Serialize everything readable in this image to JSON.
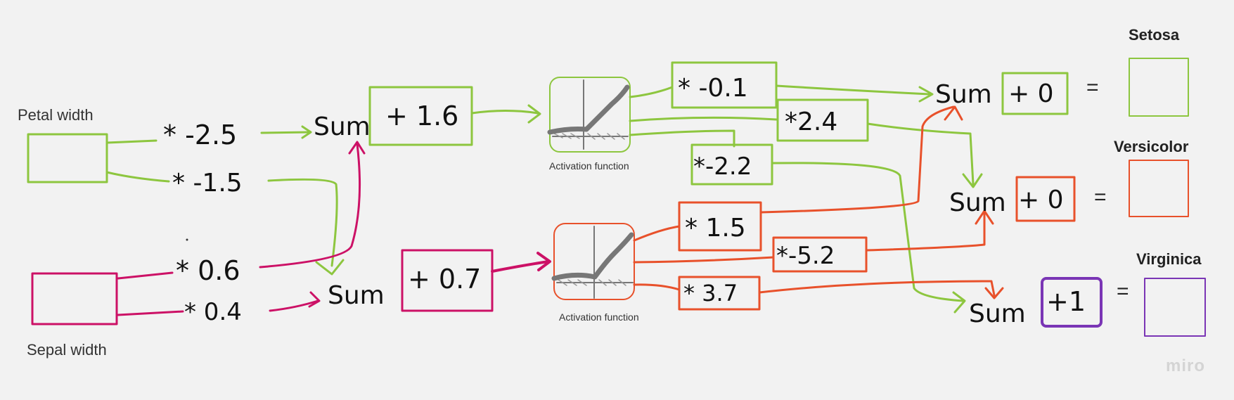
{
  "inputs": {
    "petal_width": "Petal width",
    "sepal_width": "Sepal width"
  },
  "weights": {
    "petal_to_top": "* -2.5",
    "petal_to_bottom": "* -1.5",
    "sepal_to_top": "* 0.6",
    "sepal_to_bottom": "* 0.4"
  },
  "hidden": {
    "sum_label": "Sum",
    "top_bias": "+ 1.6",
    "bottom_bias": "+ 0.7",
    "activation_label": "Activation function"
  },
  "output_weights": {
    "top_to_setosa": "* -0.1",
    "top_to_versicolor": "*2.4",
    "top_to_virginica": "*-2.2",
    "bottom_to_setosa": "* 1.5",
    "bottom_to_versicolor": "*-5.2",
    "bottom_to_virginica": "* 3.7"
  },
  "outputs": {
    "sum_label": "Sum",
    "setosa_bias": "+ 0",
    "versicolor_bias": "+ 0",
    "virginica_bias": "+1",
    "equals": "=",
    "setosa": "Setosa",
    "versicolor": "Versicolor",
    "virginica": "Virginica"
  },
  "colors": {
    "green": "#8dc63f",
    "red": "#e8512b",
    "magenta": "#cc1166",
    "purple": "#7a35b5"
  },
  "watermark": "miro"
}
